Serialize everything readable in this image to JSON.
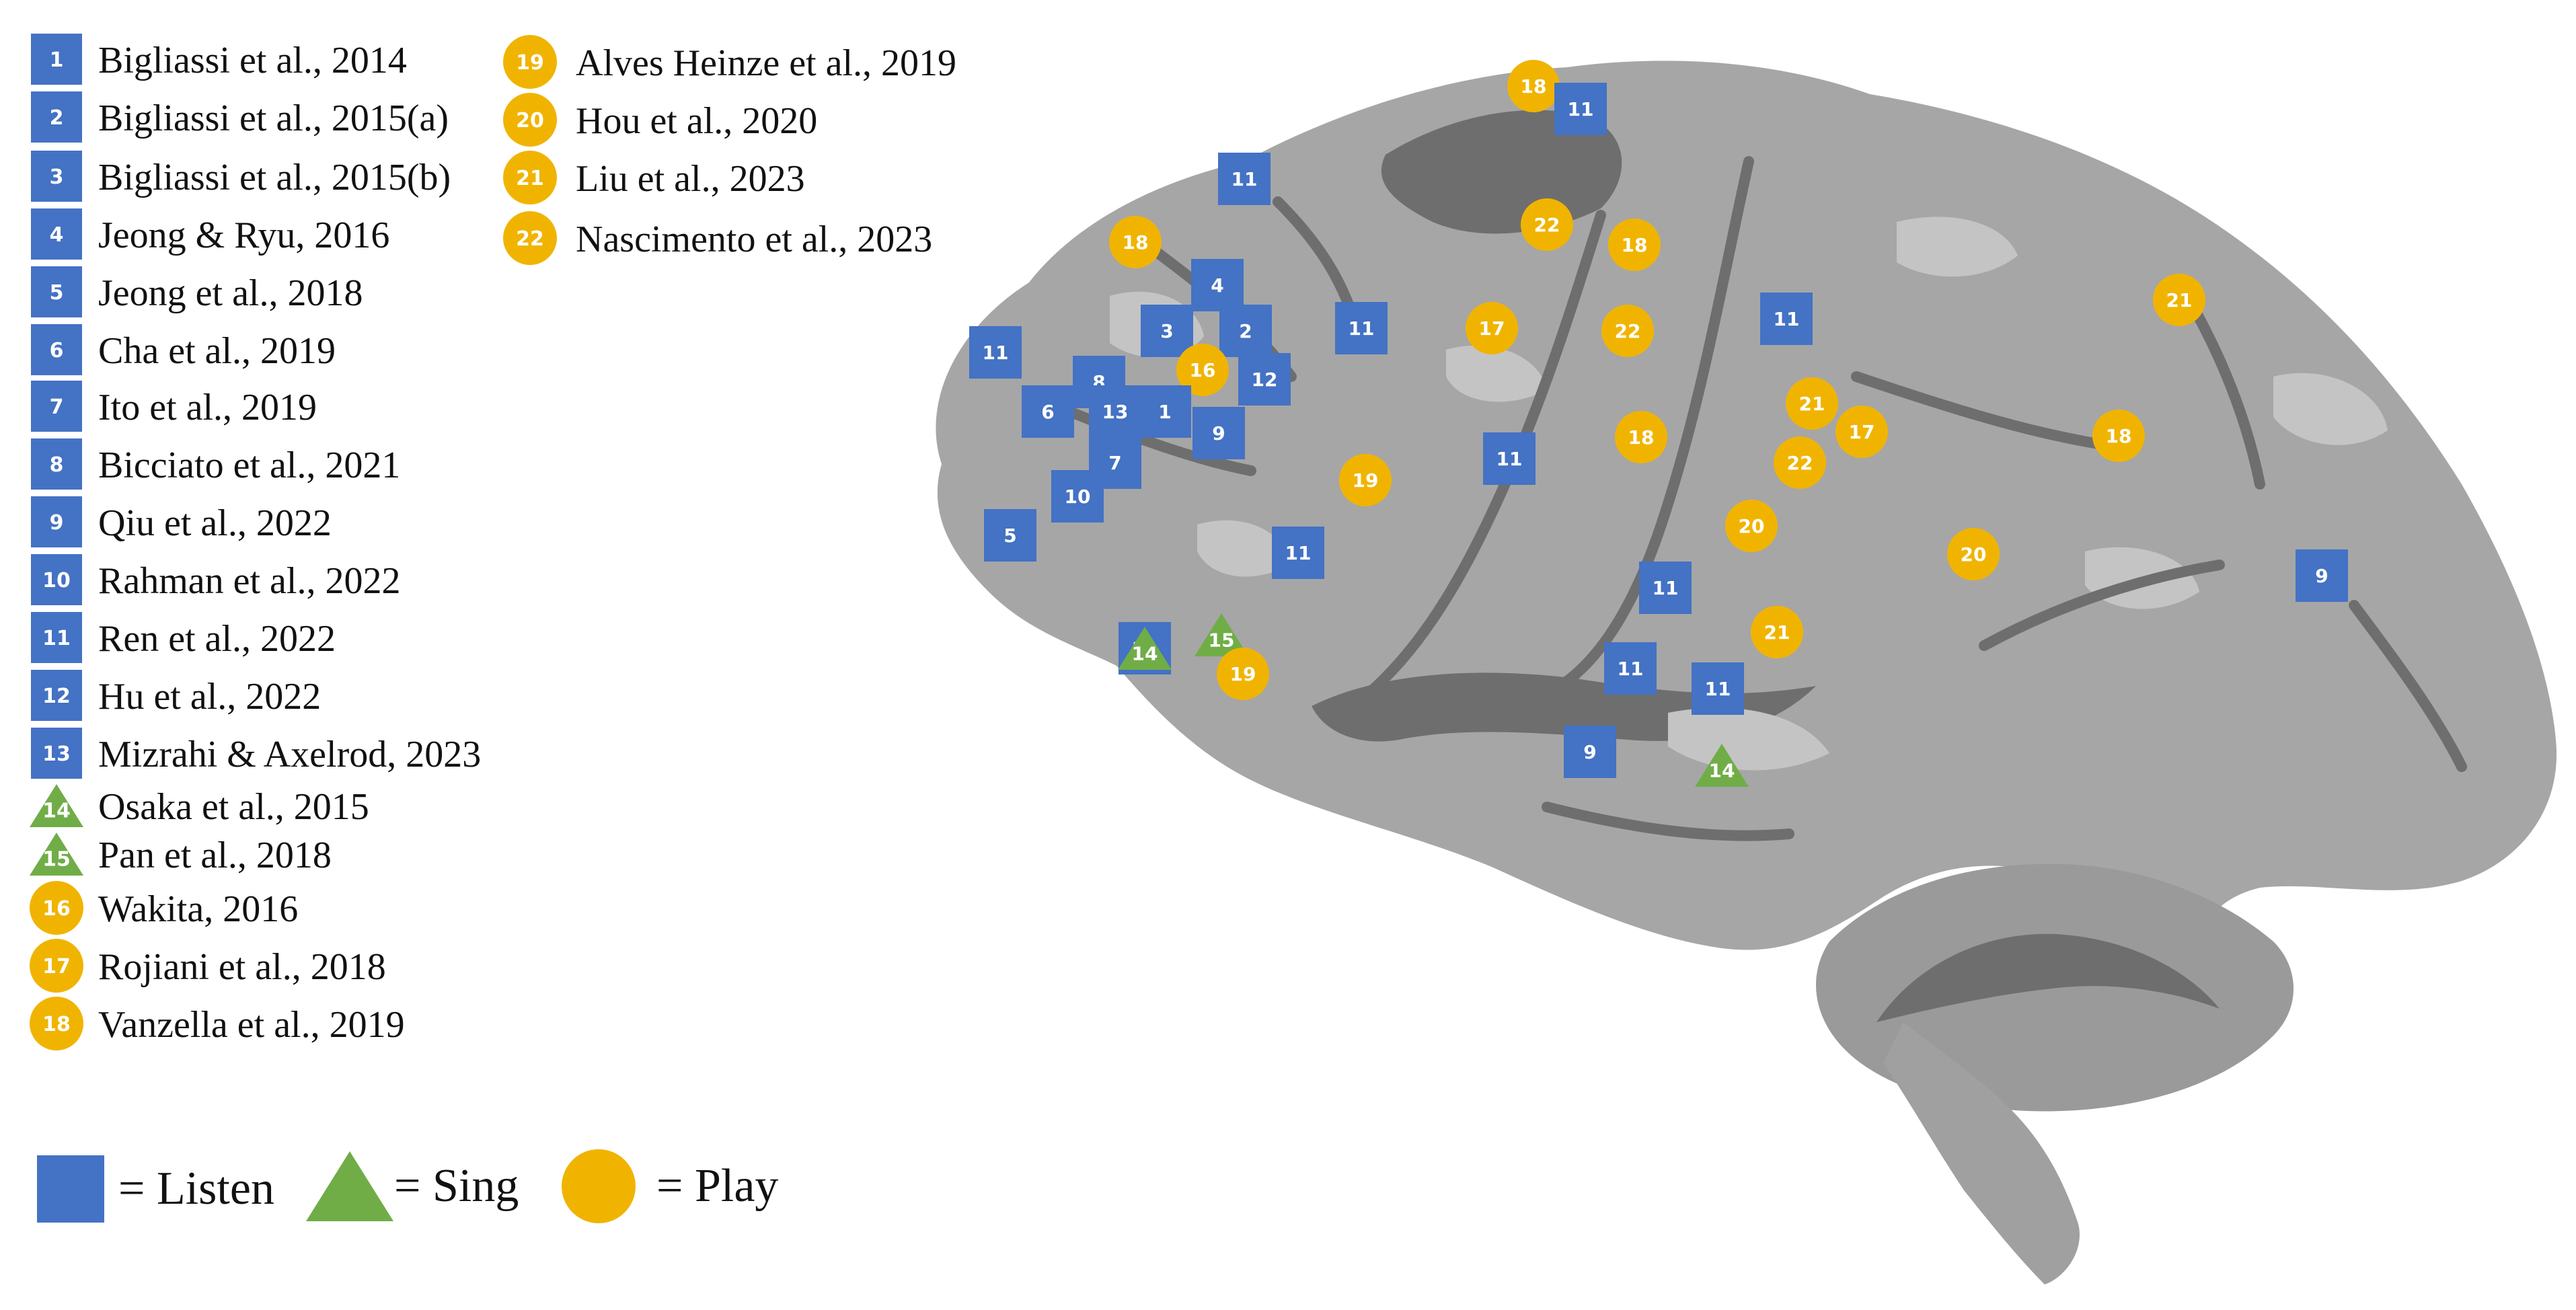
{
  "legend": {
    "column1": [
      {
        "num": "1",
        "shape": "square",
        "label": "Bigliassi et al., 2014"
      },
      {
        "num": "2",
        "shape": "square",
        "label": "Bigliassi et al., 2015(a)"
      },
      {
        "num": "3",
        "shape": "square",
        "label": "Bigliassi et al., 2015(b)"
      },
      {
        "num": "4",
        "shape": "square",
        "label": "Jeong & Ryu, 2016"
      },
      {
        "num": "5",
        "shape": "square",
        "label": "Jeong et al., 2018"
      },
      {
        "num": "6",
        "shape": "square",
        "label": "Cha et al., 2019"
      },
      {
        "num": "7",
        "shape": "square",
        "label": "Ito et al., 2019"
      },
      {
        "num": "8",
        "shape": "square",
        "label": "Bicciato et al., 2021"
      },
      {
        "num": "9",
        "shape": "square",
        "label": "Qiu et al., 2022"
      },
      {
        "num": "10",
        "shape": "square",
        "label": "Rahman et al., 2022"
      },
      {
        "num": "11",
        "shape": "square",
        "label": "Ren et al., 2022"
      },
      {
        "num": "12",
        "shape": "square",
        "label": "Hu et al., 2022"
      },
      {
        "num": "13",
        "shape": "square",
        "label": "Mizrahi & Axelrod, 2023"
      },
      {
        "num": "14",
        "shape": "triangle",
        "label": "Osaka et al., 2015"
      },
      {
        "num": "15",
        "shape": "triangle",
        "label": "Pan et al., 2018"
      },
      {
        "num": "16",
        "shape": "circle",
        "label": "Wakita, 2016"
      },
      {
        "num": "17",
        "shape": "circle",
        "label": "Rojiani et al., 2018"
      },
      {
        "num": "18",
        "shape": "circle",
        "label": "Vanzella et al., 2019"
      }
    ],
    "column2": [
      {
        "num": "19",
        "shape": "circle",
        "label": "Alves Heinze et al., 2019"
      },
      {
        "num": "20",
        "shape": "circle",
        "label": "Hou et al., 2020"
      },
      {
        "num": "21",
        "shape": "circle",
        "label": "Liu et al., 2023"
      },
      {
        "num": "22",
        "shape": "circle",
        "label": "Nascimento et al., 2023"
      }
    ]
  },
  "key": [
    {
      "shape": "square",
      "label": "= Listen"
    },
    {
      "shape": "triangle",
      "label": "= Sing"
    },
    {
      "shape": "circle",
      "label": "= Play"
    }
  ],
  "colors": {
    "listen": "#4472c4",
    "sing": "#70ad47",
    "play": "#f0b400",
    "brain_base": "#a6a6a6",
    "brain_dark": "#6e6e6e",
    "brain_light": "#c4c4c4",
    "brain_mid": "#8a8a8a"
  },
  "markers": [
    {
      "num": "18",
      "shape": "circle"
    },
    {
      "num": "11",
      "shape": "square"
    },
    {
      "num": "11",
      "shape": "square"
    },
    {
      "num": "18",
      "shape": "circle"
    },
    {
      "num": "22",
      "shape": "circle"
    },
    {
      "num": "18",
      "shape": "circle"
    },
    {
      "num": "4",
      "shape": "square"
    },
    {
      "num": "3",
      "shape": "square"
    },
    {
      "num": "2",
      "shape": "square"
    },
    {
      "num": "11",
      "shape": "square"
    },
    {
      "num": "17",
      "shape": "circle"
    },
    {
      "num": "22",
      "shape": "circle"
    },
    {
      "num": "11",
      "shape": "square"
    },
    {
      "num": "21",
      "shape": "circle"
    },
    {
      "num": "11",
      "shape": "square"
    },
    {
      "num": "8",
      "shape": "square"
    },
    {
      "num": "16",
      "shape": "circle"
    },
    {
      "num": "12",
      "shape": "square"
    },
    {
      "num": "6",
      "shape": "square"
    },
    {
      "num": "13",
      "shape": "square"
    },
    {
      "num": "1",
      "shape": "square"
    },
    {
      "num": "9",
      "shape": "square"
    },
    {
      "num": "7",
      "shape": "square"
    },
    {
      "num": "10",
      "shape": "square"
    },
    {
      "num": "5",
      "shape": "square"
    },
    {
      "num": "19",
      "shape": "circle"
    },
    {
      "num": "11",
      "shape": "square"
    },
    {
      "num": "21",
      "shape": "circle"
    },
    {
      "num": "17",
      "shape": "circle"
    },
    {
      "num": "18",
      "shape": "circle"
    },
    {
      "num": "22",
      "shape": "circle"
    },
    {
      "num": "18",
      "shape": "circle"
    },
    {
      "num": "18",
      "shape": "circle"
    },
    {
      "num": "11",
      "shape": "square"
    },
    {
      "num": "21",
      "shape": "circle"
    },
    {
      "num": "11",
      "shape": "square"
    },
    {
      "num": "20",
      "shape": "circle"
    },
    {
      "num": "20",
      "shape": "circle"
    },
    {
      "num": "9",
      "shape": "square"
    },
    {
      "num": "11",
      "shape": "square"
    },
    {
      "num": "21",
      "shape": "circle"
    },
    {
      "num": "14",
      "shape": "triangle"
    },
    {
      "num": "15",
      "shape": "triangle"
    },
    {
      "num": "19",
      "shape": "circle"
    },
    {
      "num": "11",
      "shape": "square"
    },
    {
      "num": "11",
      "shape": "square"
    },
    {
      "num": "9",
      "shape": "square"
    },
    {
      "num": "14",
      "shape": "triangle"
    }
  ]
}
